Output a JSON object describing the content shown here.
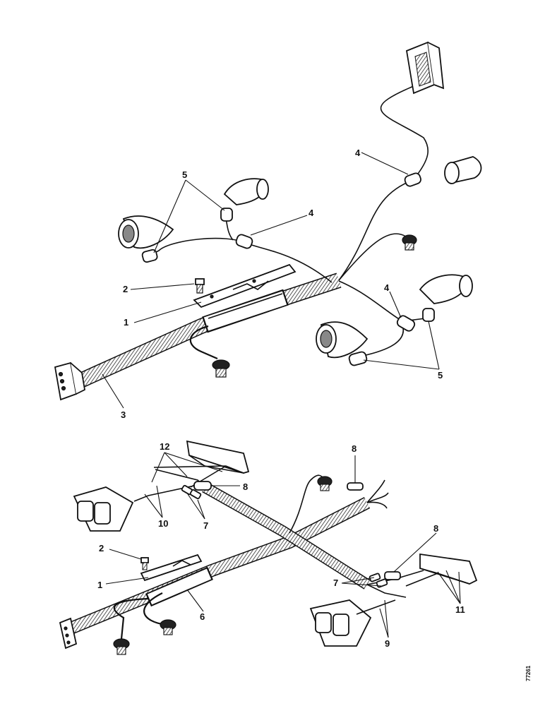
{
  "upper_callouts": {
    "c1": "1",
    "c2": "2",
    "c3": "3",
    "c4a": "4",
    "c4b": "4",
    "c4c": "4",
    "c5a": "5",
    "c5b": "5"
  },
  "lower_callouts": {
    "c1": "1",
    "c2": "2",
    "c6": "6",
    "c7a": "7",
    "c7b": "7",
    "c8a": "8",
    "c8b": "8",
    "c8c": "8",
    "c9": "9",
    "c10": "10",
    "c11": "11",
    "c12": "12"
  },
  "plate_number": "77261"
}
